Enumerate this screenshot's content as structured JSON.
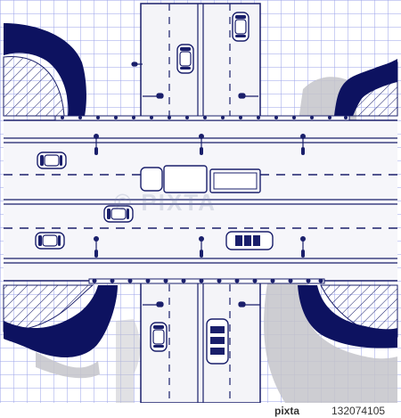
{
  "illustration": {
    "grid_color": "#8c96e6",
    "road_color": "#f4f4f8",
    "line_color": "#1a1f6b",
    "water_color": "#0d1260",
    "shadow_color": "#c9c9cf",
    "icons": [
      "vertical-road",
      "horizontal-highway",
      "river",
      "streetlight",
      "car",
      "truck",
      "suv",
      "railing"
    ]
  },
  "watermark": {
    "text": "© PIXTA"
  },
  "footer": {
    "brand": "pixta",
    "image_id": "132074105"
  }
}
